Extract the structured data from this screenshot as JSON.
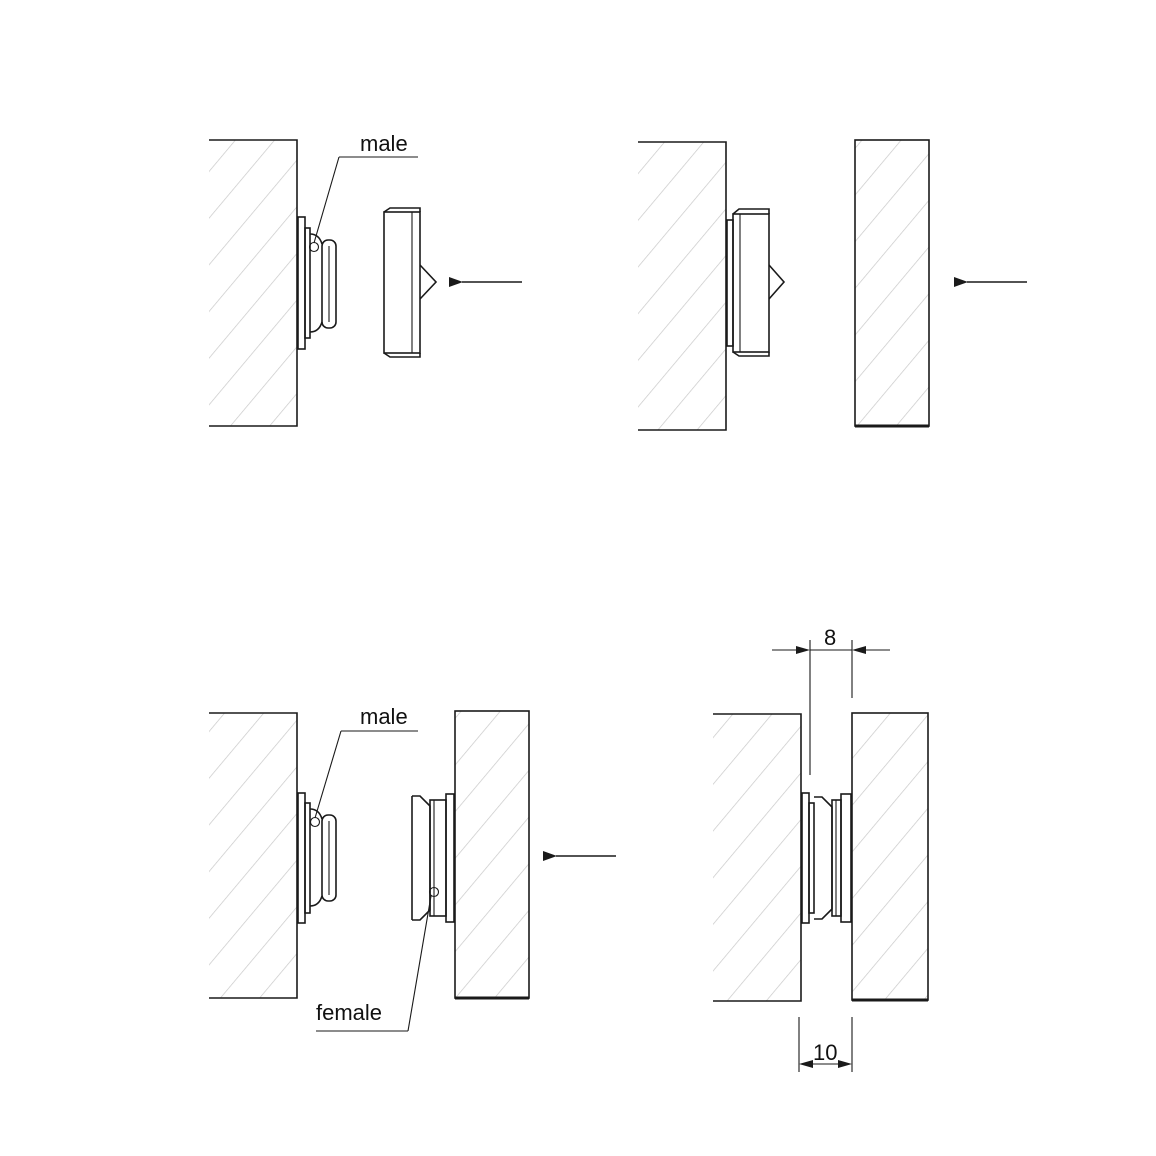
{
  "labels": {
    "male_top": "male",
    "male_bottom": "male",
    "female": "female"
  },
  "dimensions": {
    "gap_top": "8",
    "gap_bottom": "10"
  },
  "colors": {
    "line": "#1a1a1a",
    "hatch": "#c8c8c8",
    "background": "#ffffff"
  }
}
